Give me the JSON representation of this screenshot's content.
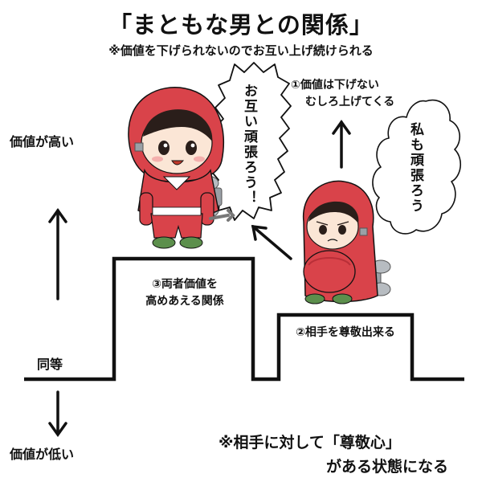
{
  "title": "「まともな男との関係」",
  "subtitle": "※価値を下げられないのでお互い上げ続けられる",
  "axis": {
    "high_label": "価値が高い",
    "equal_label": "同等",
    "low_label": "価値が低い"
  },
  "annotations": {
    "point1_line1": "①価値は下げない",
    "point1_line2": "むしろ上げてくる",
    "point2": "②相手を尊敬出来る",
    "point3_line1": "③両者価値を",
    "point3_line2": "高めあえる関係"
  },
  "speech": {
    "left_bubble": "お互い頑張ろう！",
    "right_bubble": "私も頑張ろう"
  },
  "footer": {
    "line1": "※相手に対して「尊敬心」",
    "line2": "がある状態になる"
  },
  "colors": {
    "hood_red": "#d9434a",
    "hood_dark": "#b92f38",
    "skin": "#fbe6d6",
    "hair": "#2a1e1a",
    "line": "#111111",
    "key_gray": "#9aa0a6",
    "shoe_green": "#5c8f4c"
  }
}
